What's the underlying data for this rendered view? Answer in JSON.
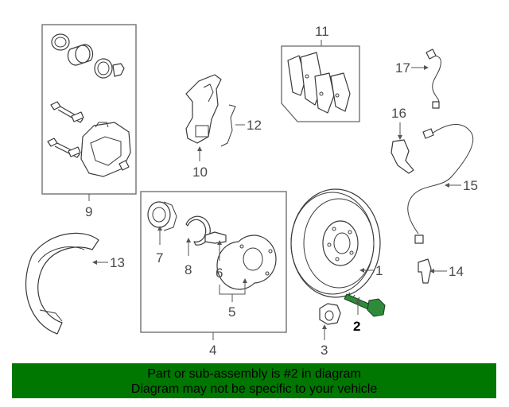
{
  "callouts": {
    "c1": "1",
    "c2": "2",
    "c3": "3",
    "c4": "4",
    "c5": "5",
    "c6": "6",
    "c7": "7",
    "c8": "8",
    "c9": "9",
    "c10": "10",
    "c11": "11",
    "c12": "12",
    "c13": "13",
    "c14": "14",
    "c15": "15",
    "c16": "16",
    "c17": "17"
  },
  "banner": {
    "line1": "Part or sub-assembly is #2 in diagram",
    "line2": "Diagram may not be specific to your vehicle"
  },
  "colors": {
    "banner_bg": "#007700",
    "highlight_part": "#2e8b3a",
    "line": "#555555"
  }
}
